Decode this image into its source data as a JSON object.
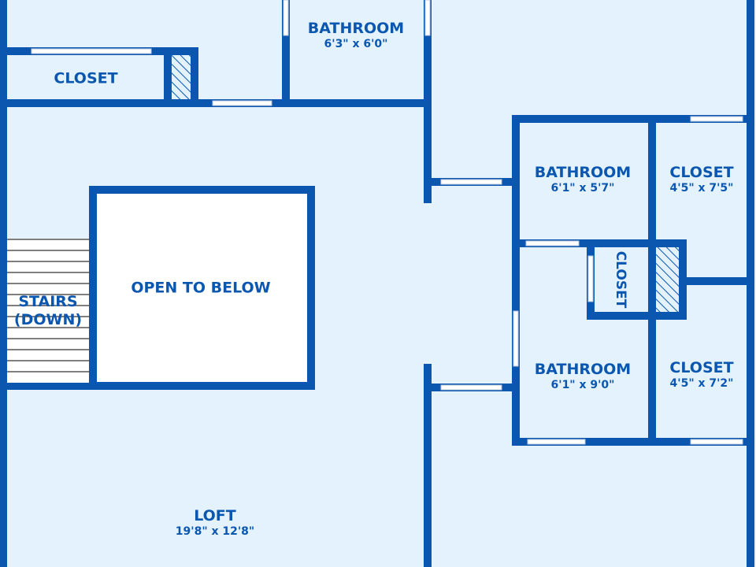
{
  "colors": {
    "wall": "#0b57b0",
    "floor": "#e3f2fd",
    "opening": "#ffffff"
  },
  "rooms": {
    "closet_top": {
      "name": "CLOSET"
    },
    "bathroom_top": {
      "name": "BATHROOM",
      "dims": "6'3\" x 6'0\""
    },
    "open_below": {
      "name": "OPEN TO BELOW"
    },
    "stairs": {
      "name": "STAIRS",
      "sub": "(DOWN)"
    },
    "bathroom_mid": {
      "name": "BATHROOM",
      "dims": "6'1\" x 5'7\""
    },
    "closet_mid": {
      "name": "CLOSET",
      "dims": "4'5\" x 7'5\""
    },
    "closet_small": {
      "name": "CLOSET"
    },
    "bathroom_low": {
      "name": "BATHROOM",
      "dims": "6'1\" x 9'0\""
    },
    "closet_low": {
      "name": "CLOSET",
      "dims": "4'5\" x 7'2\""
    },
    "loft": {
      "name": "LOFT",
      "dims": "19'8\" x 12'8\""
    }
  }
}
